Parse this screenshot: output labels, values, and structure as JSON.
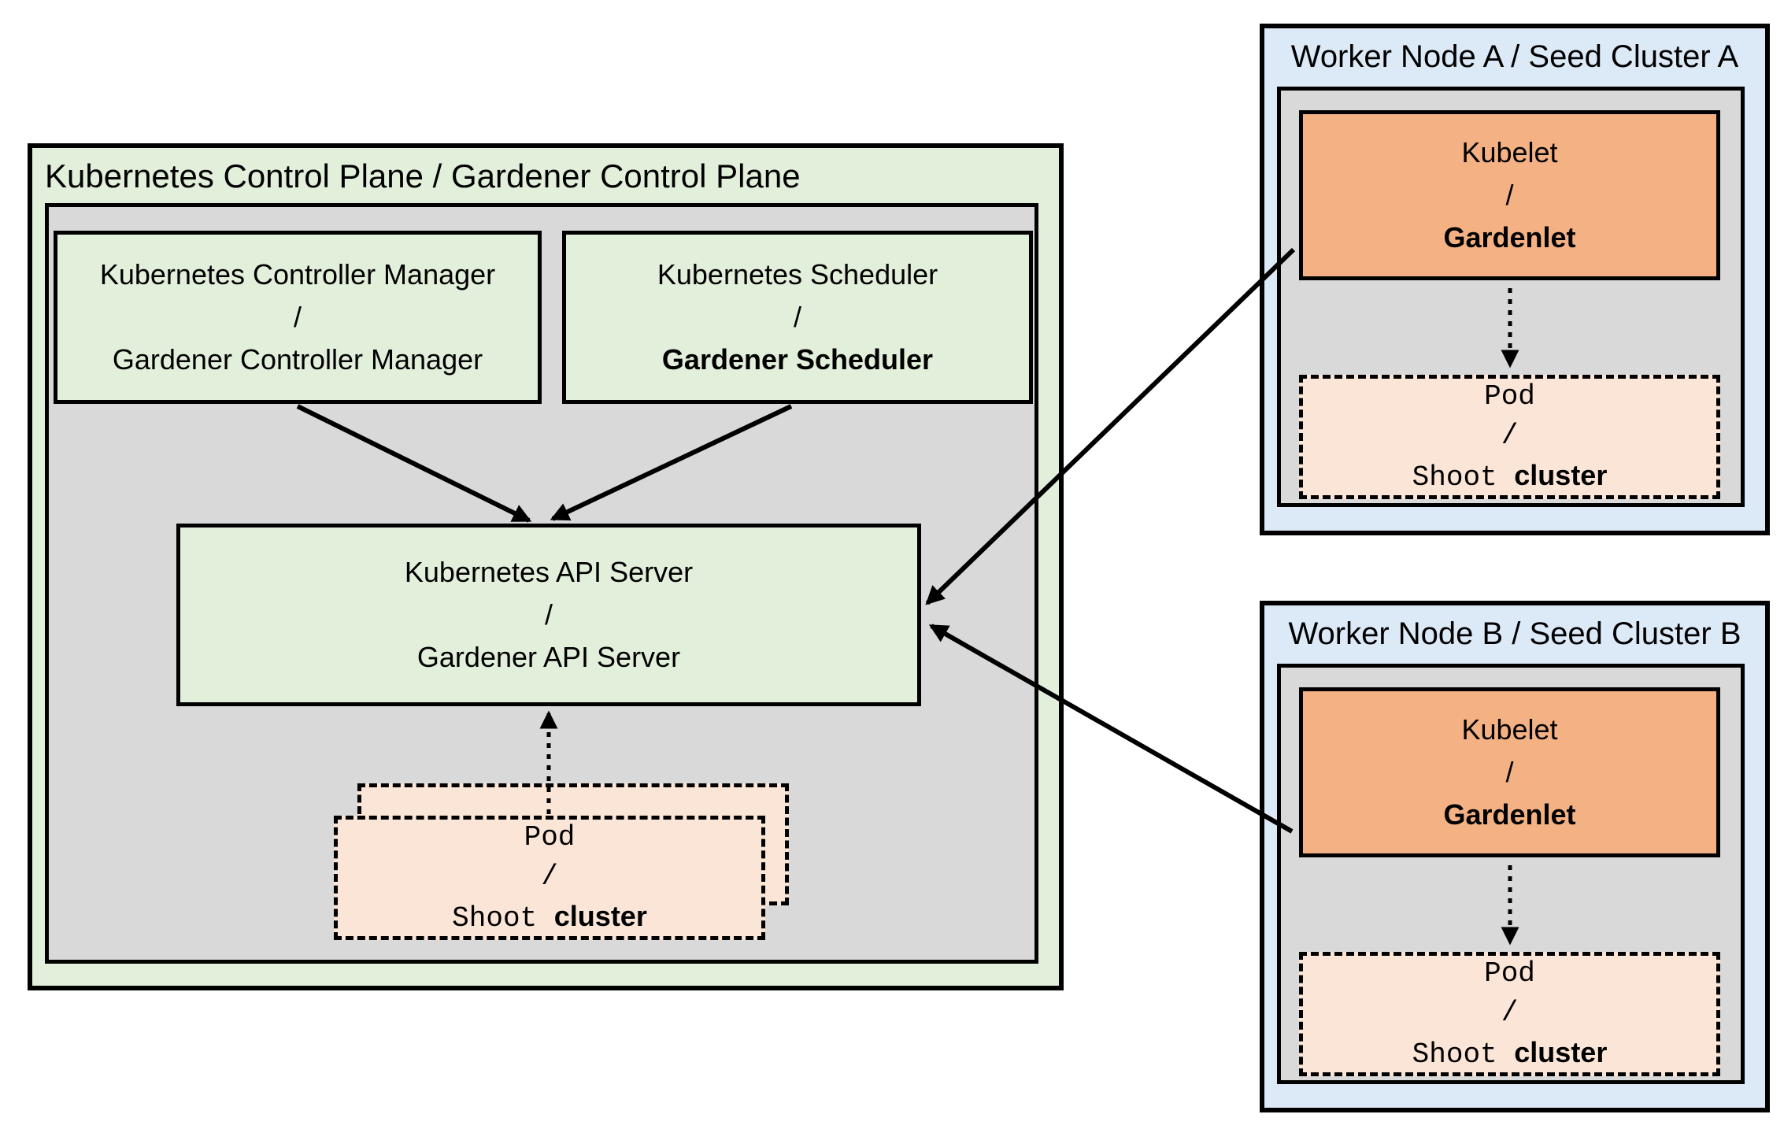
{
  "colors": {
    "light_green": "#E2EFDA",
    "gray": "#D9D9D9",
    "light_blue": "#DCE9F7",
    "orange": "#F4B183",
    "peach": "#FBE5D6",
    "border": "#000000"
  },
  "control_plane": {
    "title": "Kubernetes Control Plane / Gardener Control Plane",
    "controller_manager": {
      "line1": "Kubernetes Controller Manager",
      "sep": "/",
      "line2": "Gardener Controller Manager"
    },
    "scheduler": {
      "line1": "Kubernetes Scheduler",
      "sep": "/",
      "line2": "Gardener Scheduler"
    },
    "api_server": {
      "line1": "Kubernetes API Server",
      "sep": "/",
      "line2": "Gardener API Server"
    },
    "pod": {
      "line1": "Pod",
      "sep": "/",
      "line2_mono": "Shoot",
      "line2_sans": "cluster"
    }
  },
  "worker_node_a": {
    "title": "Worker Node A / Seed Cluster A",
    "kubelet": {
      "line1": "Kubelet",
      "sep": "/",
      "line2": "Gardenlet"
    },
    "pod": {
      "line1": "Pod",
      "sep": "/",
      "line2_mono": "Shoot",
      "line2_sans": "cluster"
    }
  },
  "worker_node_b": {
    "title": "Worker Node B / Seed Cluster B",
    "kubelet": {
      "line1": "Kubelet",
      "sep": "/",
      "line2": "Gardenlet"
    },
    "pod": {
      "line1": "Pod",
      "sep": "/",
      "line2_mono": "Shoot",
      "line2_sans": "cluster"
    }
  },
  "connections": [
    {
      "from": "controller-manager",
      "to": "api-server",
      "style": "solid-arrow"
    },
    {
      "from": "scheduler",
      "to": "api-server",
      "style": "solid-arrow"
    },
    {
      "from": "kubelet-gardenlet-a",
      "to": "api-server",
      "style": "solid-arrow"
    },
    {
      "from": "kubelet-gardenlet-b",
      "to": "api-server",
      "style": "solid-arrow"
    },
    {
      "from": "pod-shoot-cluster-control-plane",
      "to": "api-server",
      "style": "dotted-arrow"
    },
    {
      "from": "kubelet-gardenlet-a",
      "to": "pod-shoot-cluster-a",
      "style": "dotted-arrow"
    },
    {
      "from": "kubelet-gardenlet-b",
      "to": "pod-shoot-cluster-b",
      "style": "dotted-arrow"
    }
  ]
}
